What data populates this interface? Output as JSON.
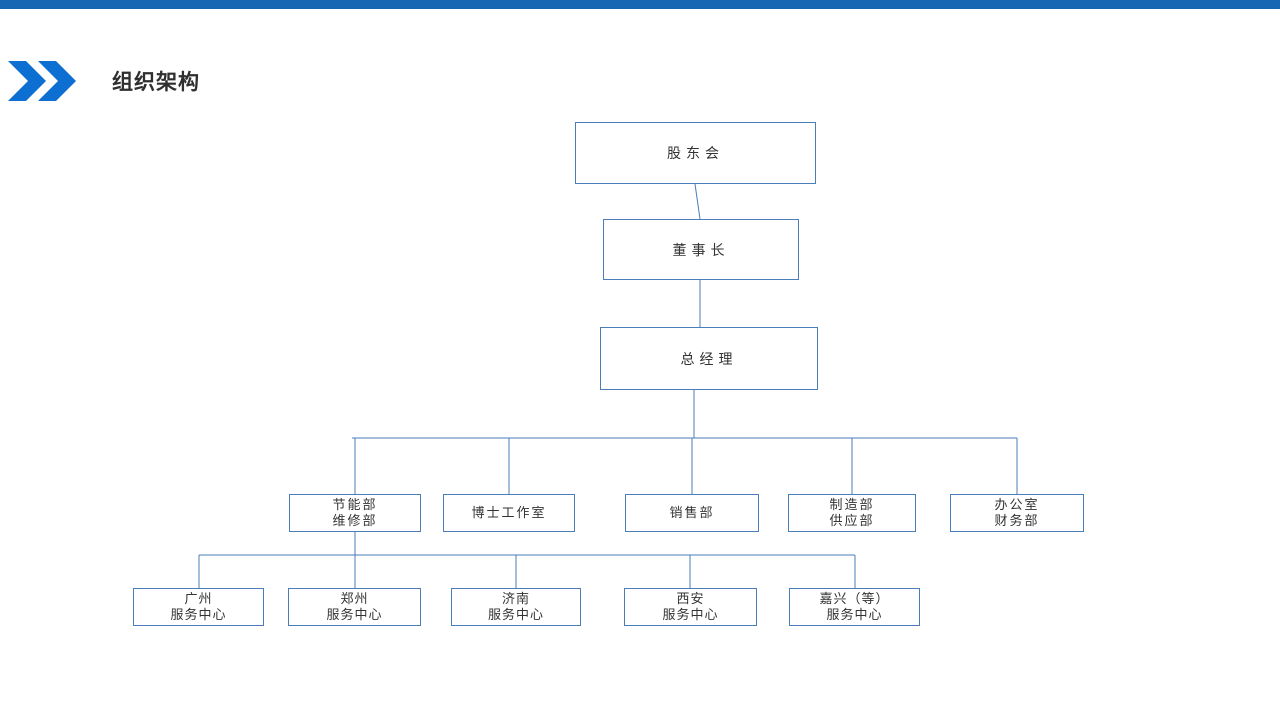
{
  "header": {
    "title": "组织架构"
  },
  "org_chart": {
    "level1": [
      {
        "label": "股东会"
      },
      {
        "label": "董事长"
      },
      {
        "label": "总经理"
      }
    ],
    "level2": [
      {
        "line1": "节能部",
        "line2": "维修部"
      },
      {
        "line1": "博士工作室"
      },
      {
        "line1": "销售部"
      },
      {
        "line1": "制造部",
        "line2": "供应部"
      },
      {
        "line1": "办公室",
        "line2": "财务部"
      }
    ],
    "level3": [
      {
        "line1": "广州",
        "line2": "服务中心"
      },
      {
        "line1": "郑州",
        "line2": "服务中心"
      },
      {
        "line1": "济南",
        "line2": "服务中心"
      },
      {
        "line1": "西安",
        "line2": "服务中心"
      },
      {
        "line1": "嘉兴（等）",
        "line2": "服务中心"
      }
    ],
    "colors": {
      "top_bar": "#1666b4",
      "chevron": "#0d6fd2",
      "box_border": "#4a7eba",
      "connector": "#4a7eba"
    }
  }
}
